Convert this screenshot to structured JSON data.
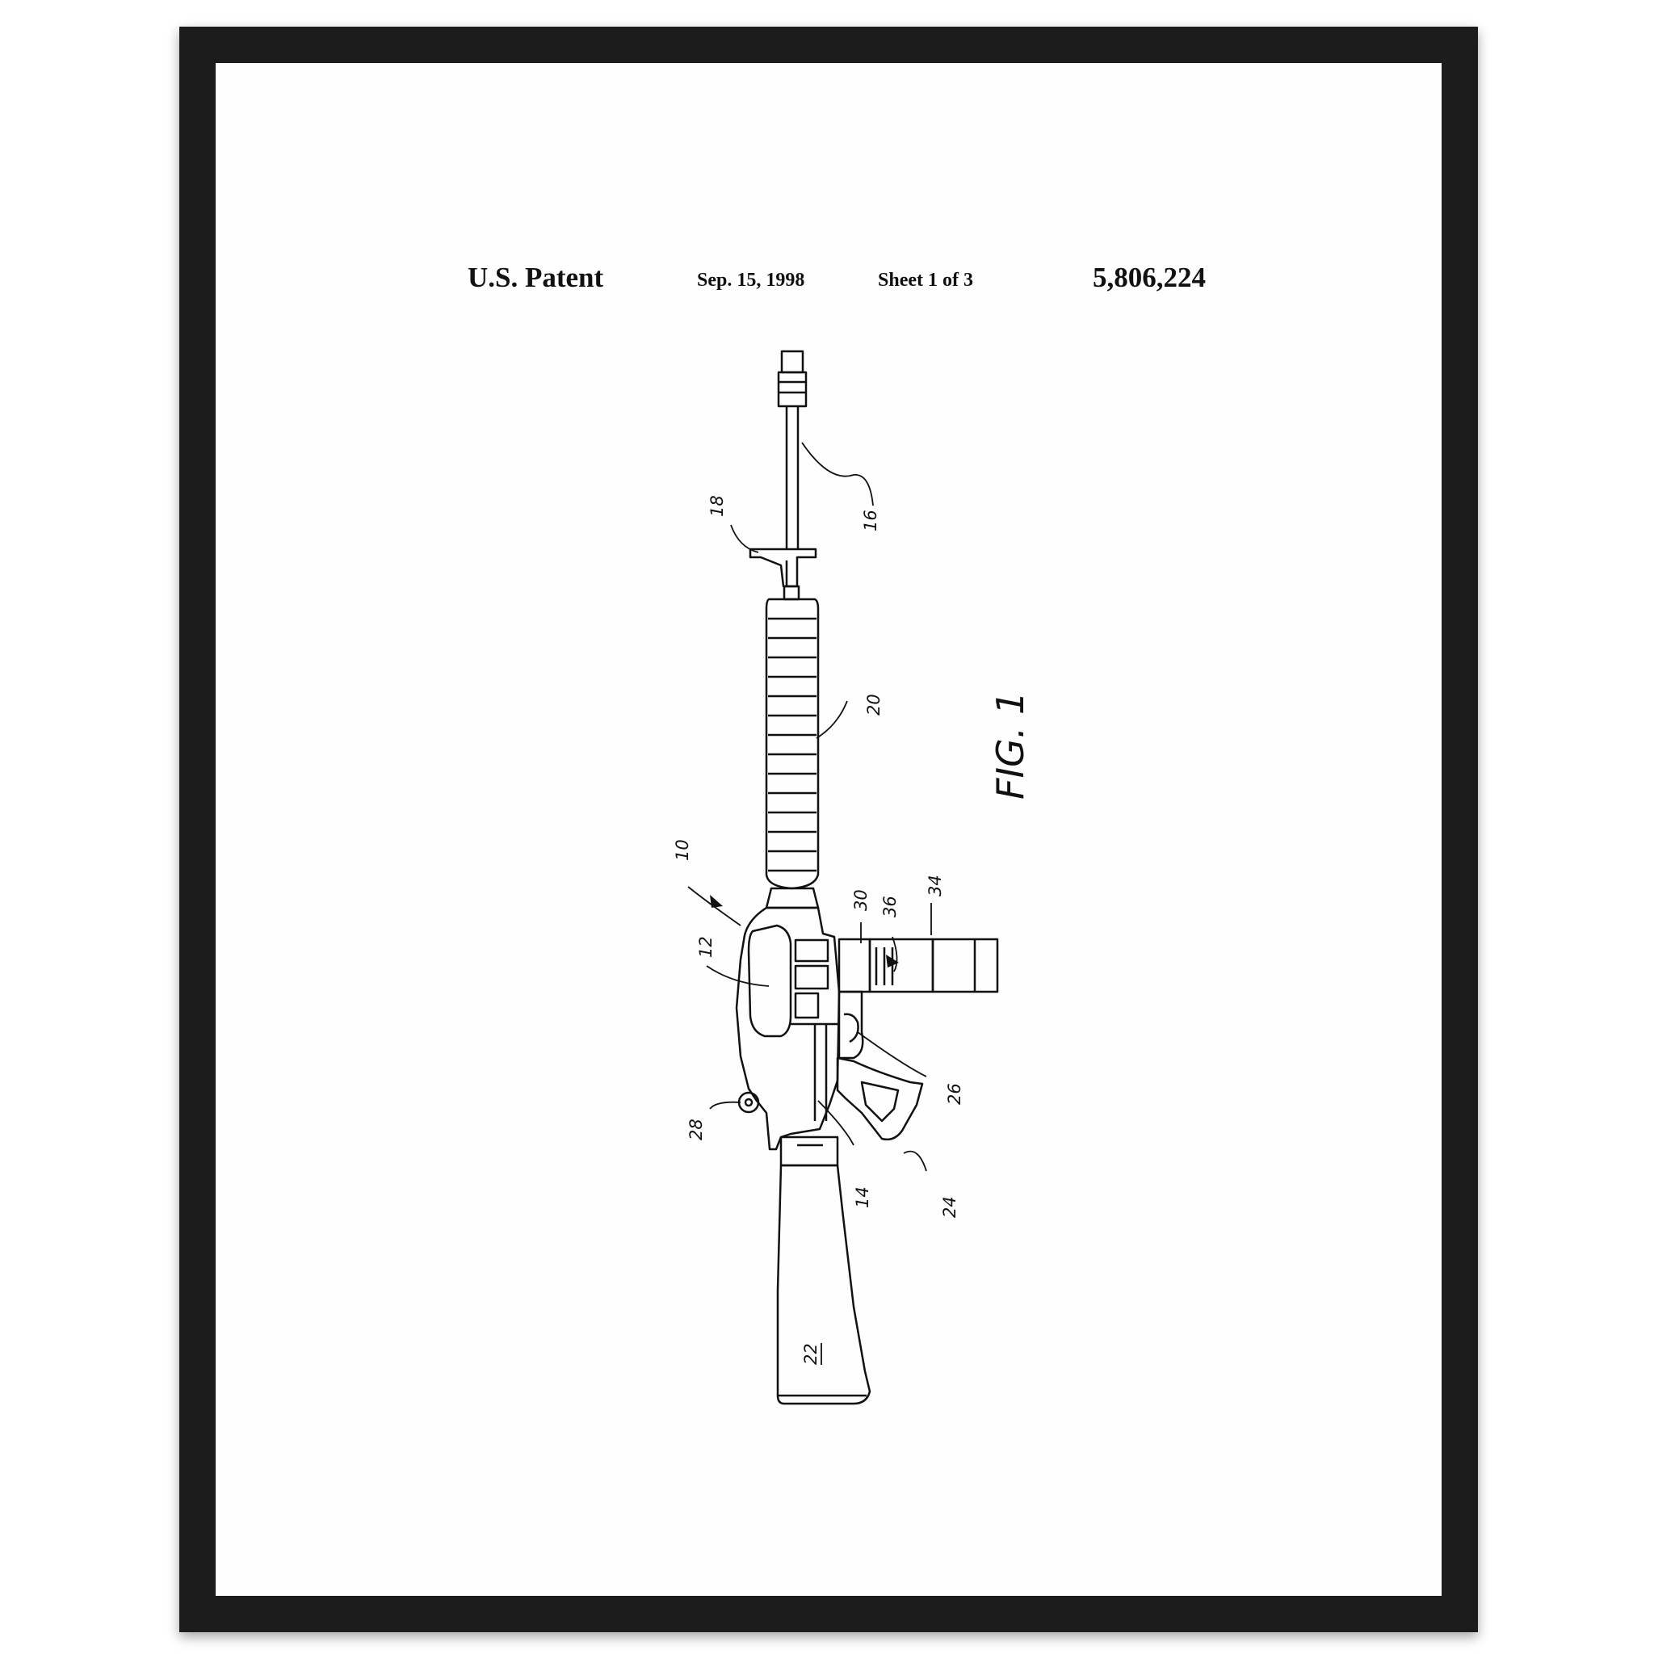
{
  "header": {
    "title": "U.S. Patent",
    "date": "Sep. 15, 1998",
    "sheet": "Sheet 1 of 3",
    "patent_number": "5,806,224"
  },
  "figure": {
    "label": "FIG. 1",
    "reference_numerals": [
      "18",
      "16",
      "20",
      "10",
      "30",
      "36",
      "34",
      "12",
      "26",
      "28",
      "14",
      "24",
      "22"
    ]
  },
  "colors": {
    "frame": "#1c1c1c",
    "mat": "#fefefe",
    "ink": "#111111"
  }
}
